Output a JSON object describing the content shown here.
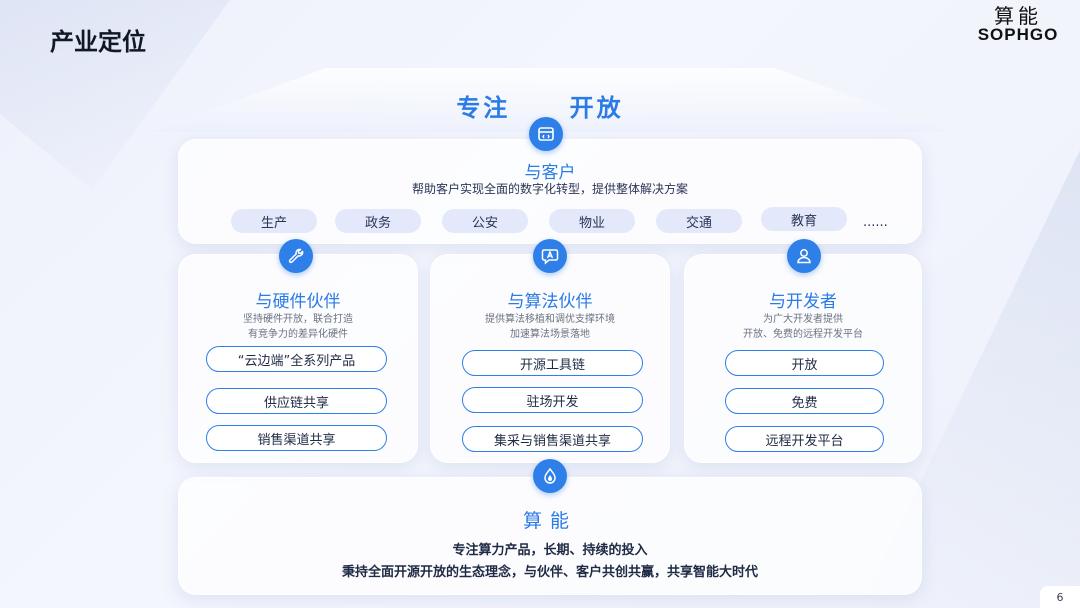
{
  "page_title": "产业定位",
  "logo": {
    "cn": "算能",
    "en": "SOPHGO"
  },
  "slogan": [
    "专注",
    "开放"
  ],
  "customers": {
    "title": "与客户",
    "desc": "帮助客户实现全面的数字化转型，提供整体解决方案",
    "industries": [
      "生产",
      "政务",
      "公安",
      "物业",
      "交通",
      "教育"
    ],
    "more": "......"
  },
  "cards": [
    {
      "title": "与硬件伙伴",
      "desc": [
        "坚持硬件开放，联合打造",
        "有竞争力的差异化硬件"
      ],
      "items": [
        "“云边端”全系列产品",
        "供应链共享",
        "销售渠道共享"
      ],
      "icon": "wrench-icon"
    },
    {
      "title": "与算法伙伴",
      "desc": [
        "提供算法移植和调优支撑环境",
        "加速算法场景落地"
      ],
      "items": [
        "开源工具链",
        "驻场开发",
        "集采与销售渠道共享"
      ],
      "icon": "algorithm-chat-icon"
    },
    {
      "title": "与开发者",
      "desc": [
        "为广大开发者提供",
        "开放、免费的远程开发平台"
      ],
      "items": [
        "开放",
        "免费",
        "远程开发平台"
      ],
      "icon": "user-icon"
    }
  ],
  "foundation": {
    "title": "算能",
    "line1": "专注算力产品，长期、持续的投入",
    "line2": "秉持全面开源开放的生态理念，与伙伴、客户共创共赢，共享智能大时代",
    "icon": "sophgo-flame-icon"
  },
  "page_number": "6",
  "colors": {
    "accent": "#2f7fe8",
    "title_blue": "#2a7be6"
  }
}
